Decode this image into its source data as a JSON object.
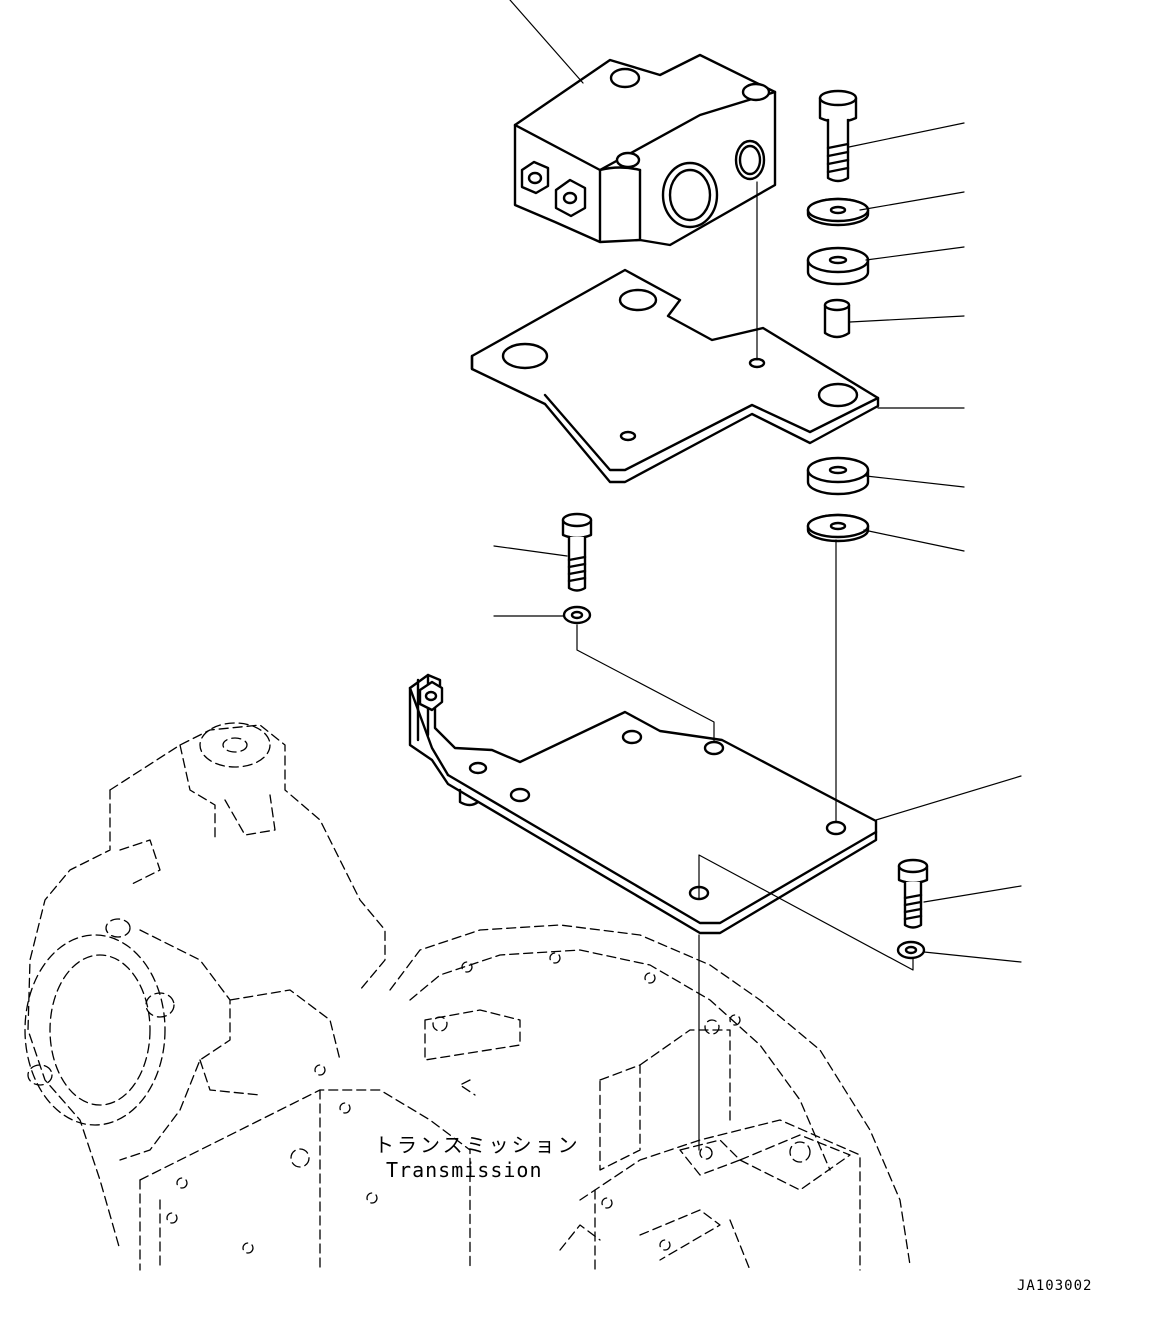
{
  "labels": {
    "transmission_ja": "トランスミッション",
    "transmission_en": "Transmission",
    "drawing_code": "JA103002"
  }
}
